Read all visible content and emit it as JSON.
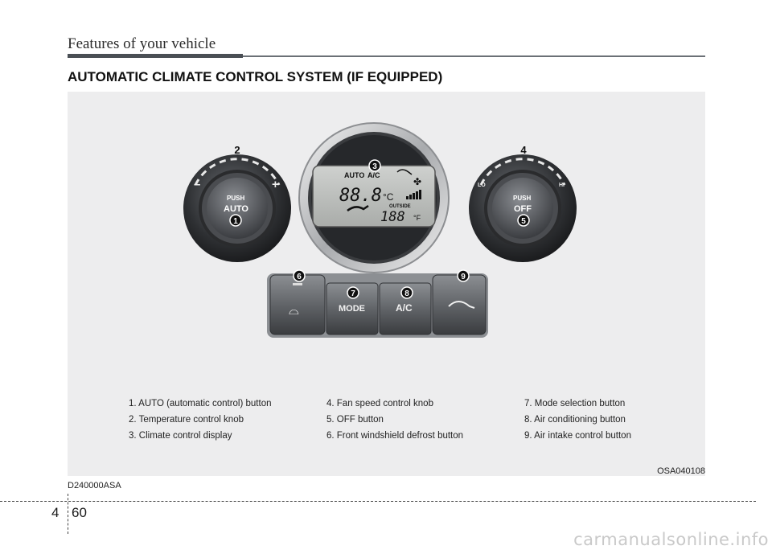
{
  "header": {
    "title": "Features of your vehicle"
  },
  "section": {
    "heading": "AUTOMATIC CLIMATE CONTROL SYSTEM (IF EQUIPPED)"
  },
  "figure": {
    "left_knob": {
      "push_label": "PUSH",
      "action_label": "AUTO",
      "minus": "–",
      "plus": "+"
    },
    "right_knob": {
      "push_label": "PUSH",
      "action_label": "OFF",
      "lo": "LO",
      "hi": "HI"
    },
    "display": {
      "auto": "AUTO",
      "ac": "A/C",
      "temp": "88.8",
      "unit": "°C",
      "outside": "OUTSIDE",
      "outside_temp": "188",
      "outside_unit": "°F"
    },
    "buttons": {
      "mode": "MODE",
      "ac": "A/C"
    },
    "callouts": [
      "1",
      "2",
      "3",
      "4",
      "5",
      "6",
      "7",
      "8",
      "9"
    ],
    "legend_col1": [
      "1. AUTO (automatic control) button",
      "2. Temperature control knob",
      "3. Climate control display"
    ],
    "legend_col2": [
      "4. Fan speed control knob",
      "5. OFF button",
      "6. Front windshield defrost button"
    ],
    "legend_col3": [
      "7. Mode selection button",
      "8. Air conditioning button",
      "9. Air intake control button"
    ],
    "image_code": "OSA040108"
  },
  "doc_code": "D240000ASA",
  "footer": {
    "chapter": "4",
    "page": "60"
  },
  "watermark": "carmanualsonline.info"
}
